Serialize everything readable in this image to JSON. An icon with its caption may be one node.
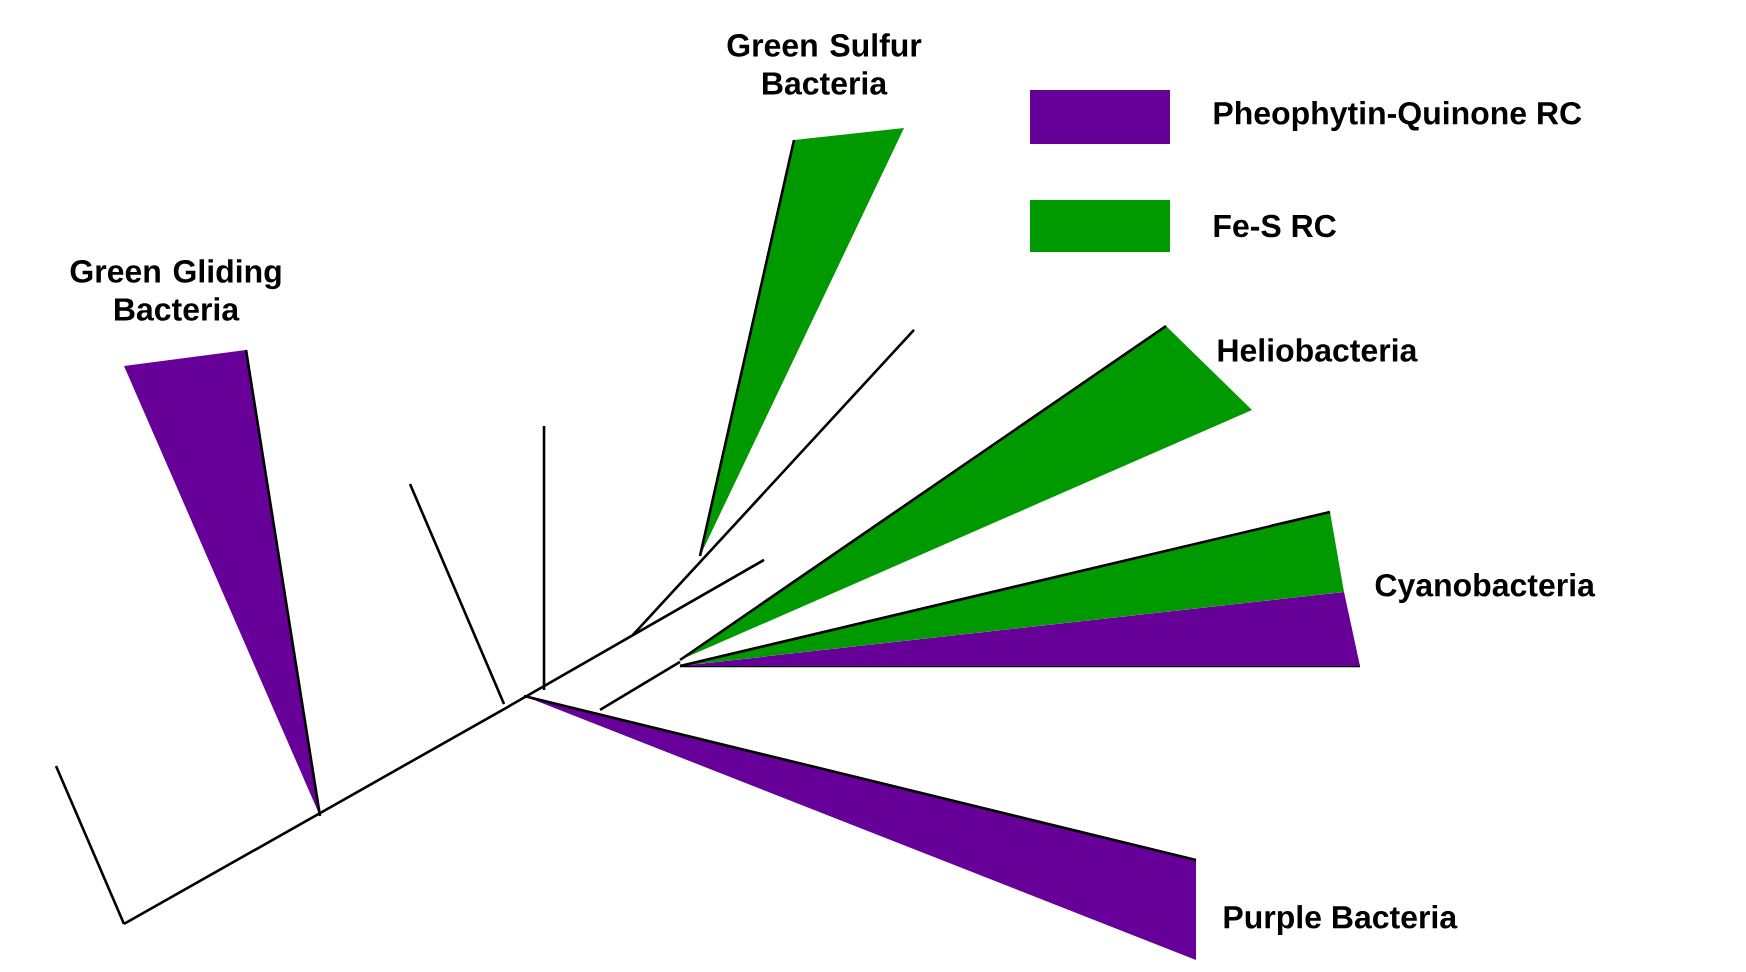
{
  "diagram": {
    "nodes": [
      {
        "text": [
          "Green Gliding Bacteria"
        ]
      },
      {
        "text": [
          "Green Sulfur Bacteria"
        ]
      },
      {
        "text": [
          "Heliobacteria"
        ]
      },
      {
        "text": [
          "Cyanobacteria"
        ]
      },
      {
        "text": [
          "Purple Bacteria"
        ]
      }
    ],
    "legend": [
      {
        "text": "Pheophytin-Quinone RC",
        "color": "#660099"
      },
      {
        "text": "Fe-S RC",
        "color": "#009900"
      }
    ]
  }
}
